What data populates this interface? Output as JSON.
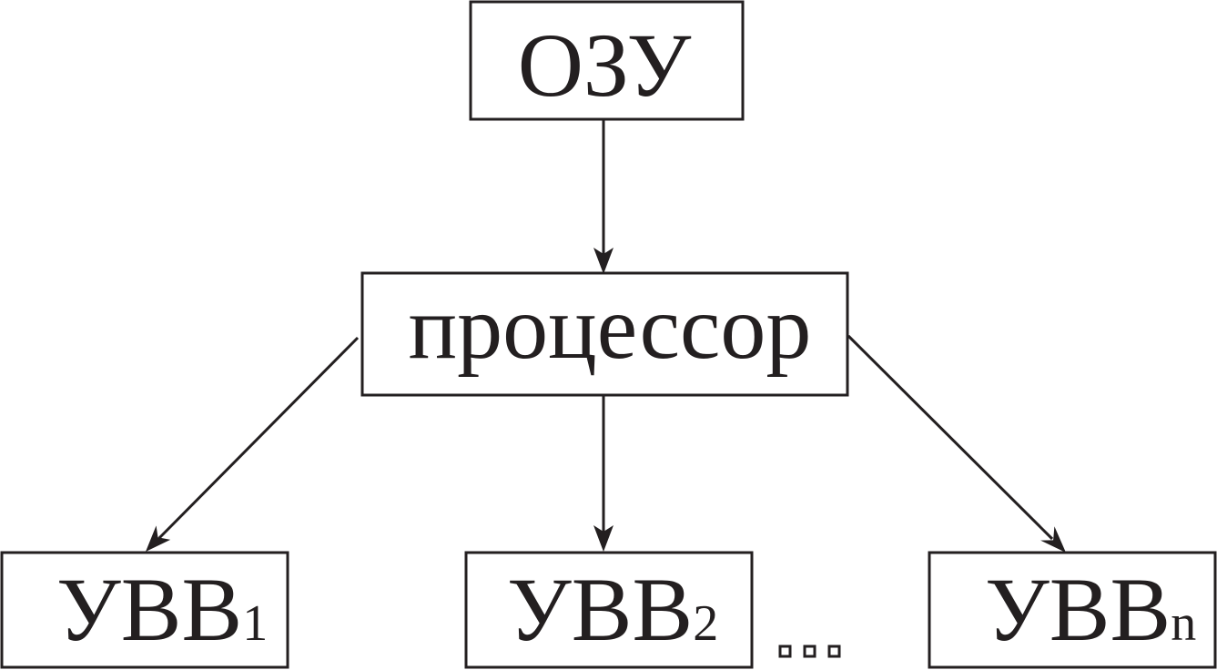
{
  "diagram": {
    "nodes": {
      "ram": {
        "label": "ОЗУ"
      },
      "cpu": {
        "label": "процессор"
      },
      "io1": {
        "label": "УВВ",
        "subscript": "1"
      },
      "io2": {
        "label": "УВВ",
        "subscript": "2"
      },
      "ion": {
        "label": "УВВ",
        "subscript": "n"
      }
    },
    "edges": [
      {
        "from": "ram",
        "to": "cpu"
      },
      {
        "from": "cpu",
        "to": "io1"
      },
      {
        "from": "cpu",
        "to": "io2"
      },
      {
        "from": "cpu",
        "to": "ion"
      }
    ],
    "ellipsis": "..."
  },
  "colors": {
    "ink": "#231f20",
    "background": "#ffffff"
  }
}
